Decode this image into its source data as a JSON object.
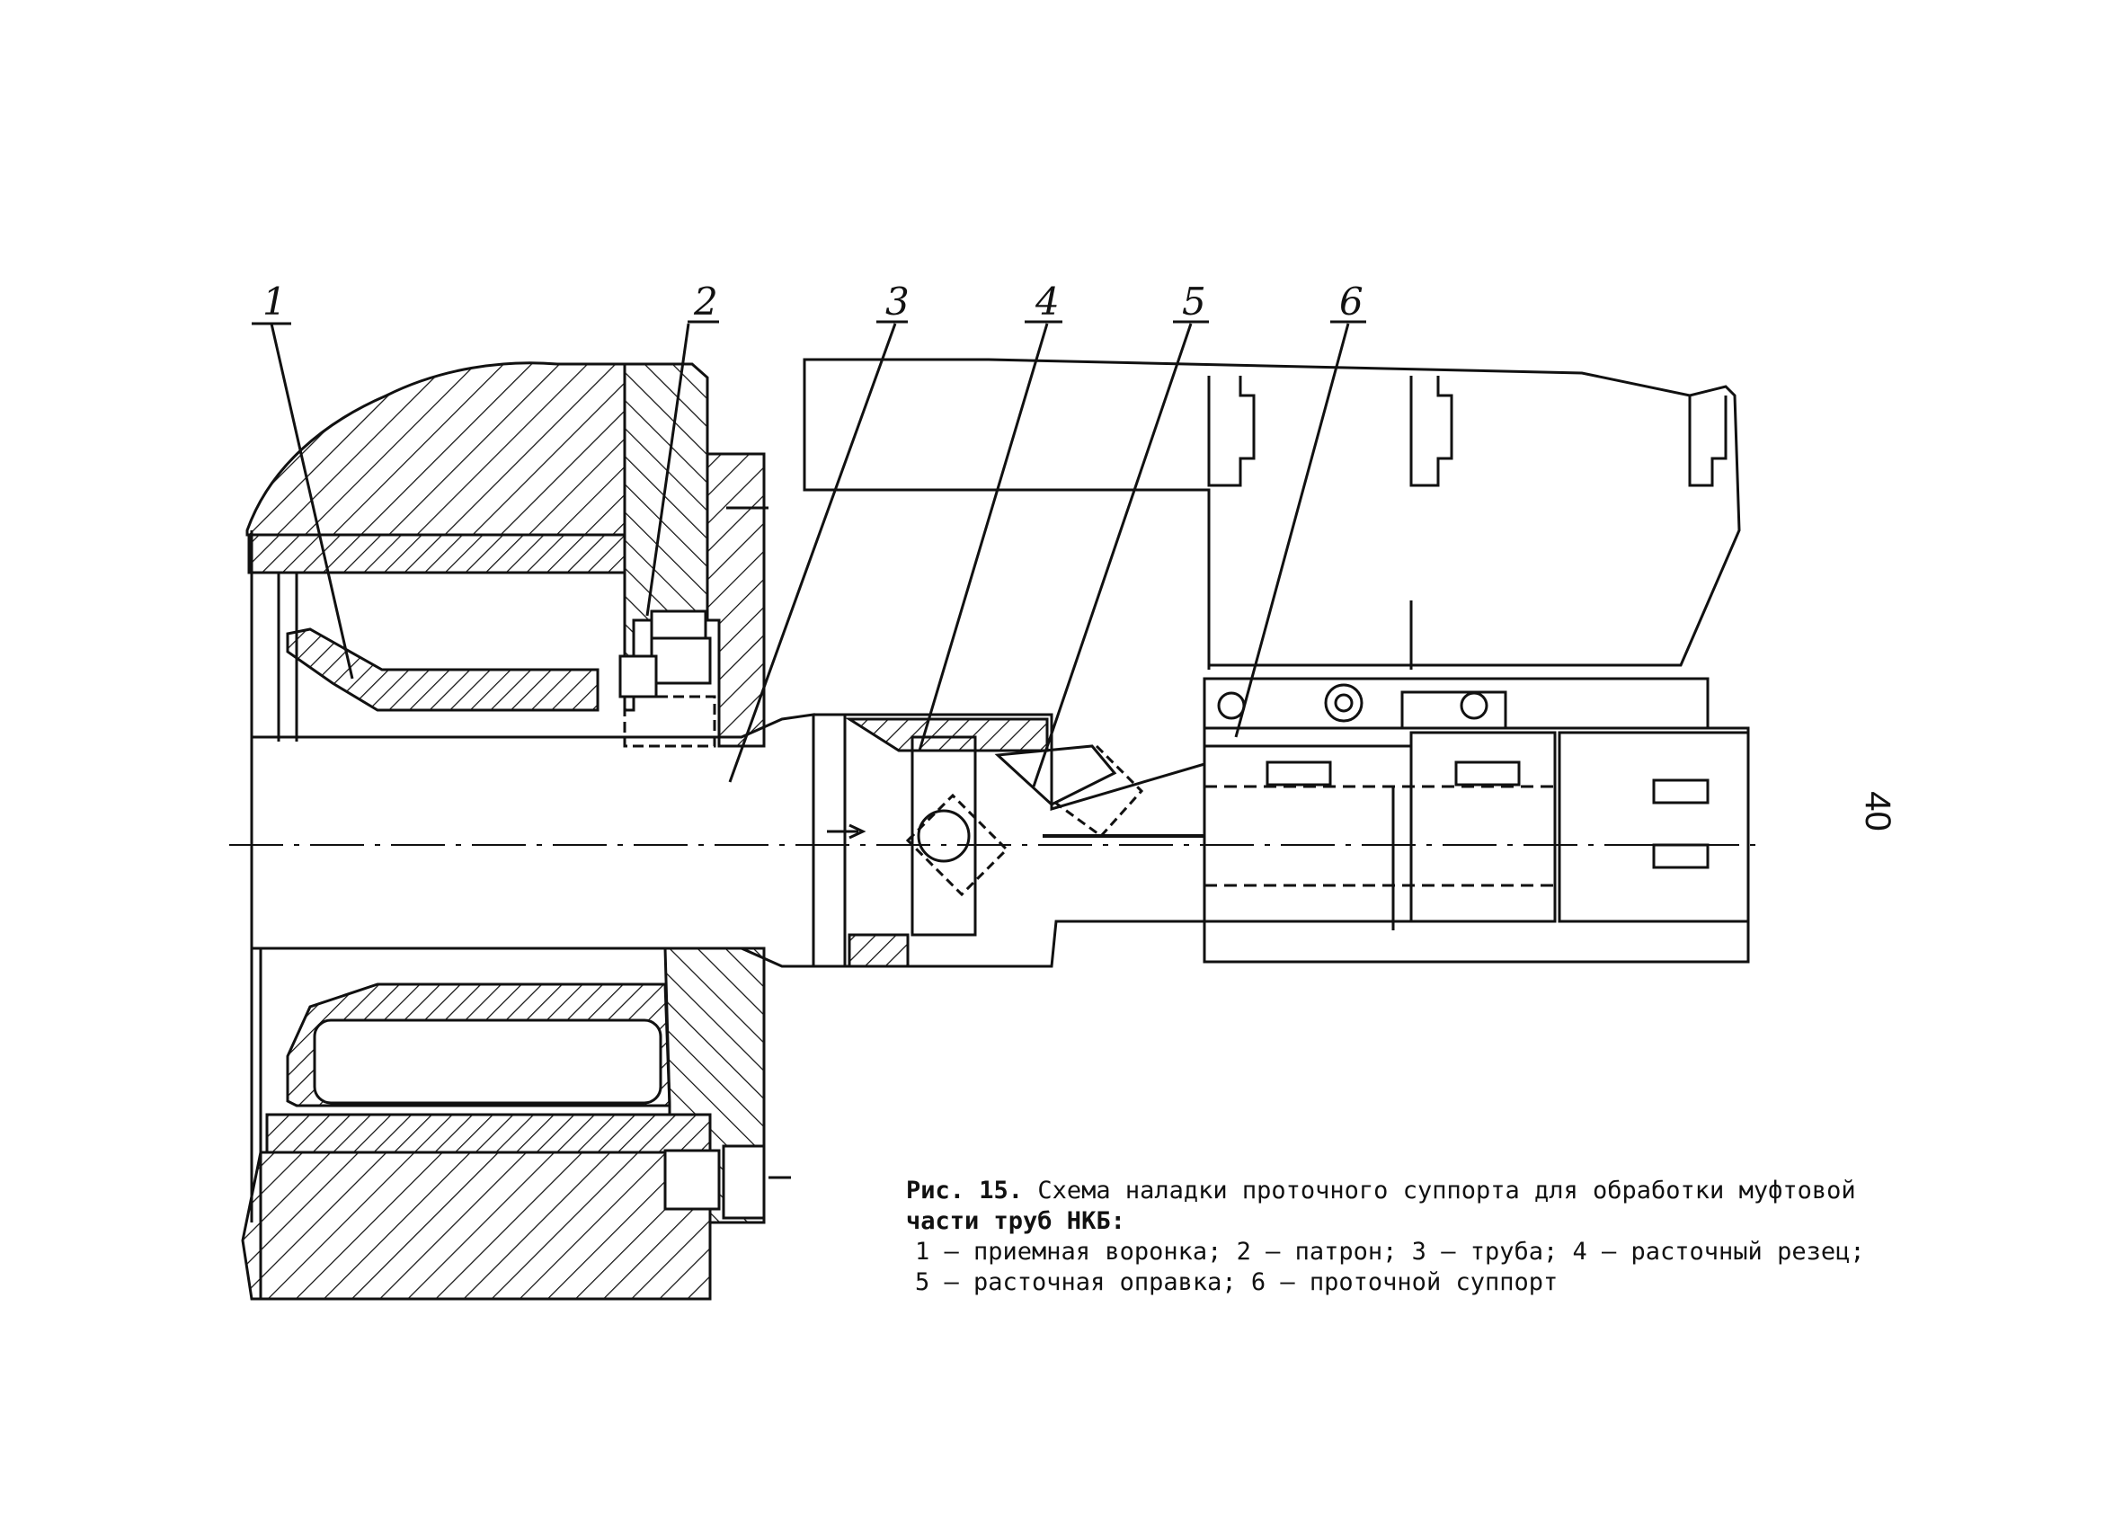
{
  "drawing": {
    "callouts": [
      "1",
      "2",
      "3",
      "4",
      "5",
      "6"
    ]
  },
  "caption": {
    "lead": "Рис. 15.",
    "line1": "Схема наладки проточного суппорта для обработки муфтовой",
    "line2": "части труб НКБ:",
    "line3": "1 – приемная воронка; 2 – патрон; 3 – труба; 4 – расточный резец;",
    "line4": "5 – расточная оправка; 6 – проточной суппорт"
  },
  "page_number": "40"
}
